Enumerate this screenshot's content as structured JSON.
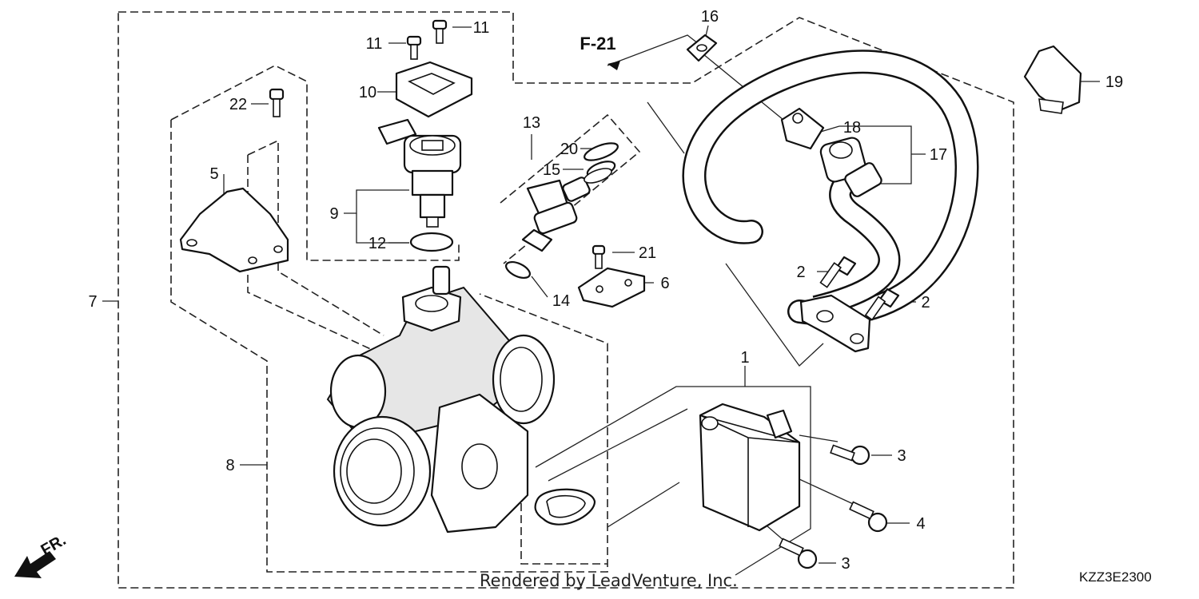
{
  "diagram": {
    "callouts": {
      "c1": "1",
      "c2a": "2",
      "c2b": "2",
      "c3a": "3",
      "c3b": "3",
      "c4": "4",
      "c5": "5",
      "c6": "6",
      "c7": "7",
      "c8": "8",
      "c9": "9",
      "c10": "10",
      "c11a": "11",
      "c11b": "11",
      "c12": "12",
      "c13": "13",
      "c14": "14",
      "c15": "15",
      "c16": "16",
      "c17": "17",
      "c18": "18",
      "c19": "19",
      "c20": "20",
      "c21": "21",
      "c22": "22"
    },
    "reference": "F-21",
    "direction": "FR.",
    "watermark": "Rendered by LeadVenture, Inc.",
    "diagram_code": "KZZ3E2300"
  }
}
